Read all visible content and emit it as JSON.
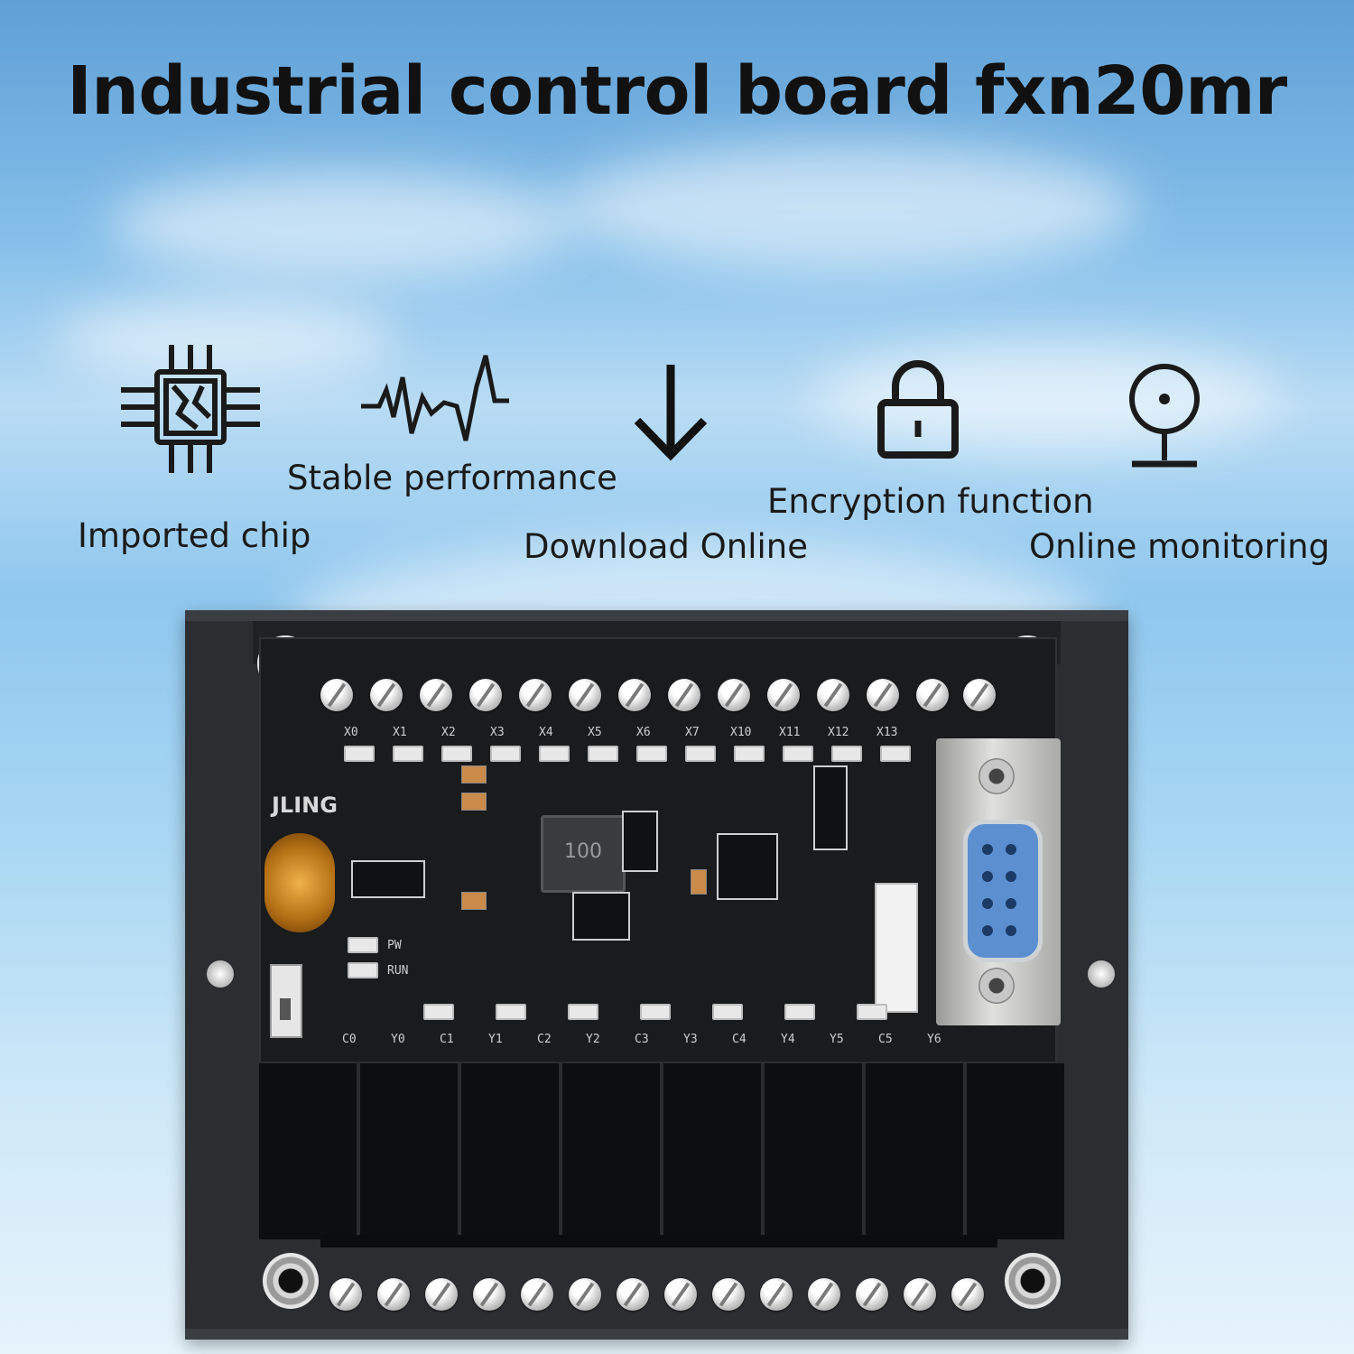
{
  "title": "Industrial control board fxn20mr",
  "features": [
    {
      "icon": "chip-icon",
      "label": "Imported chip"
    },
    {
      "icon": "heartbeat-icon",
      "label": "Stable performance"
    },
    {
      "icon": "download-arrow-icon",
      "label": "Download Online"
    },
    {
      "icon": "padlock-icon",
      "label": "Encryption function"
    },
    {
      "icon": "monitor-icon",
      "label": "Online monitoring"
    }
  ],
  "board": {
    "brand": "JLING",
    "inductor_marking": "100",
    "input_labels": [
      "X0",
      "X1",
      "X2",
      "X3",
      "X4",
      "X5",
      "X6",
      "X7",
      "X10",
      "X11",
      "X12",
      "X13"
    ],
    "output_labels": [
      "C0",
      "Y0",
      "C1",
      "Y1",
      "C2",
      "Y2",
      "C3",
      "Y3",
      "C4",
      "Y4",
      "Y5",
      "C5",
      "Y6"
    ],
    "status_leds": [
      "PW",
      "RUN"
    ]
  }
}
